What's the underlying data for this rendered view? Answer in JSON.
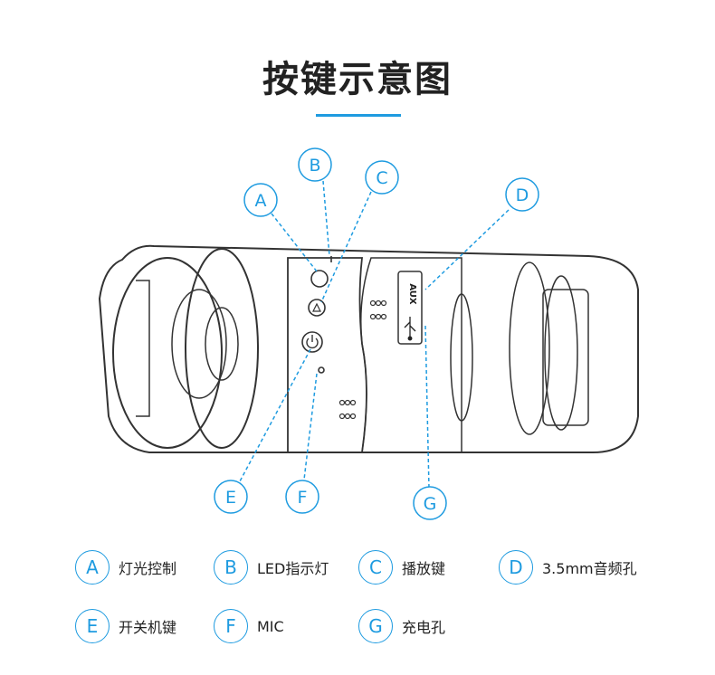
{
  "title": "按键示意图",
  "accent_color": "#1e9be0",
  "device_label": "AUX",
  "usb_icon": "usb-icon",
  "callouts": [
    "A",
    "B",
    "C",
    "D",
    "E",
    "F",
    "G"
  ],
  "legend": [
    {
      "letter": "A",
      "text": "灯光控制"
    },
    {
      "letter": "B",
      "text": "LED指示灯"
    },
    {
      "letter": "C",
      "text": "播放键"
    },
    {
      "letter": "D",
      "text": "3.5mm音频孔"
    },
    {
      "letter": "E",
      "text": "开关机键"
    },
    {
      "letter": "F",
      "text": "MIC"
    },
    {
      "letter": "G",
      "text": "充电孔"
    }
  ]
}
